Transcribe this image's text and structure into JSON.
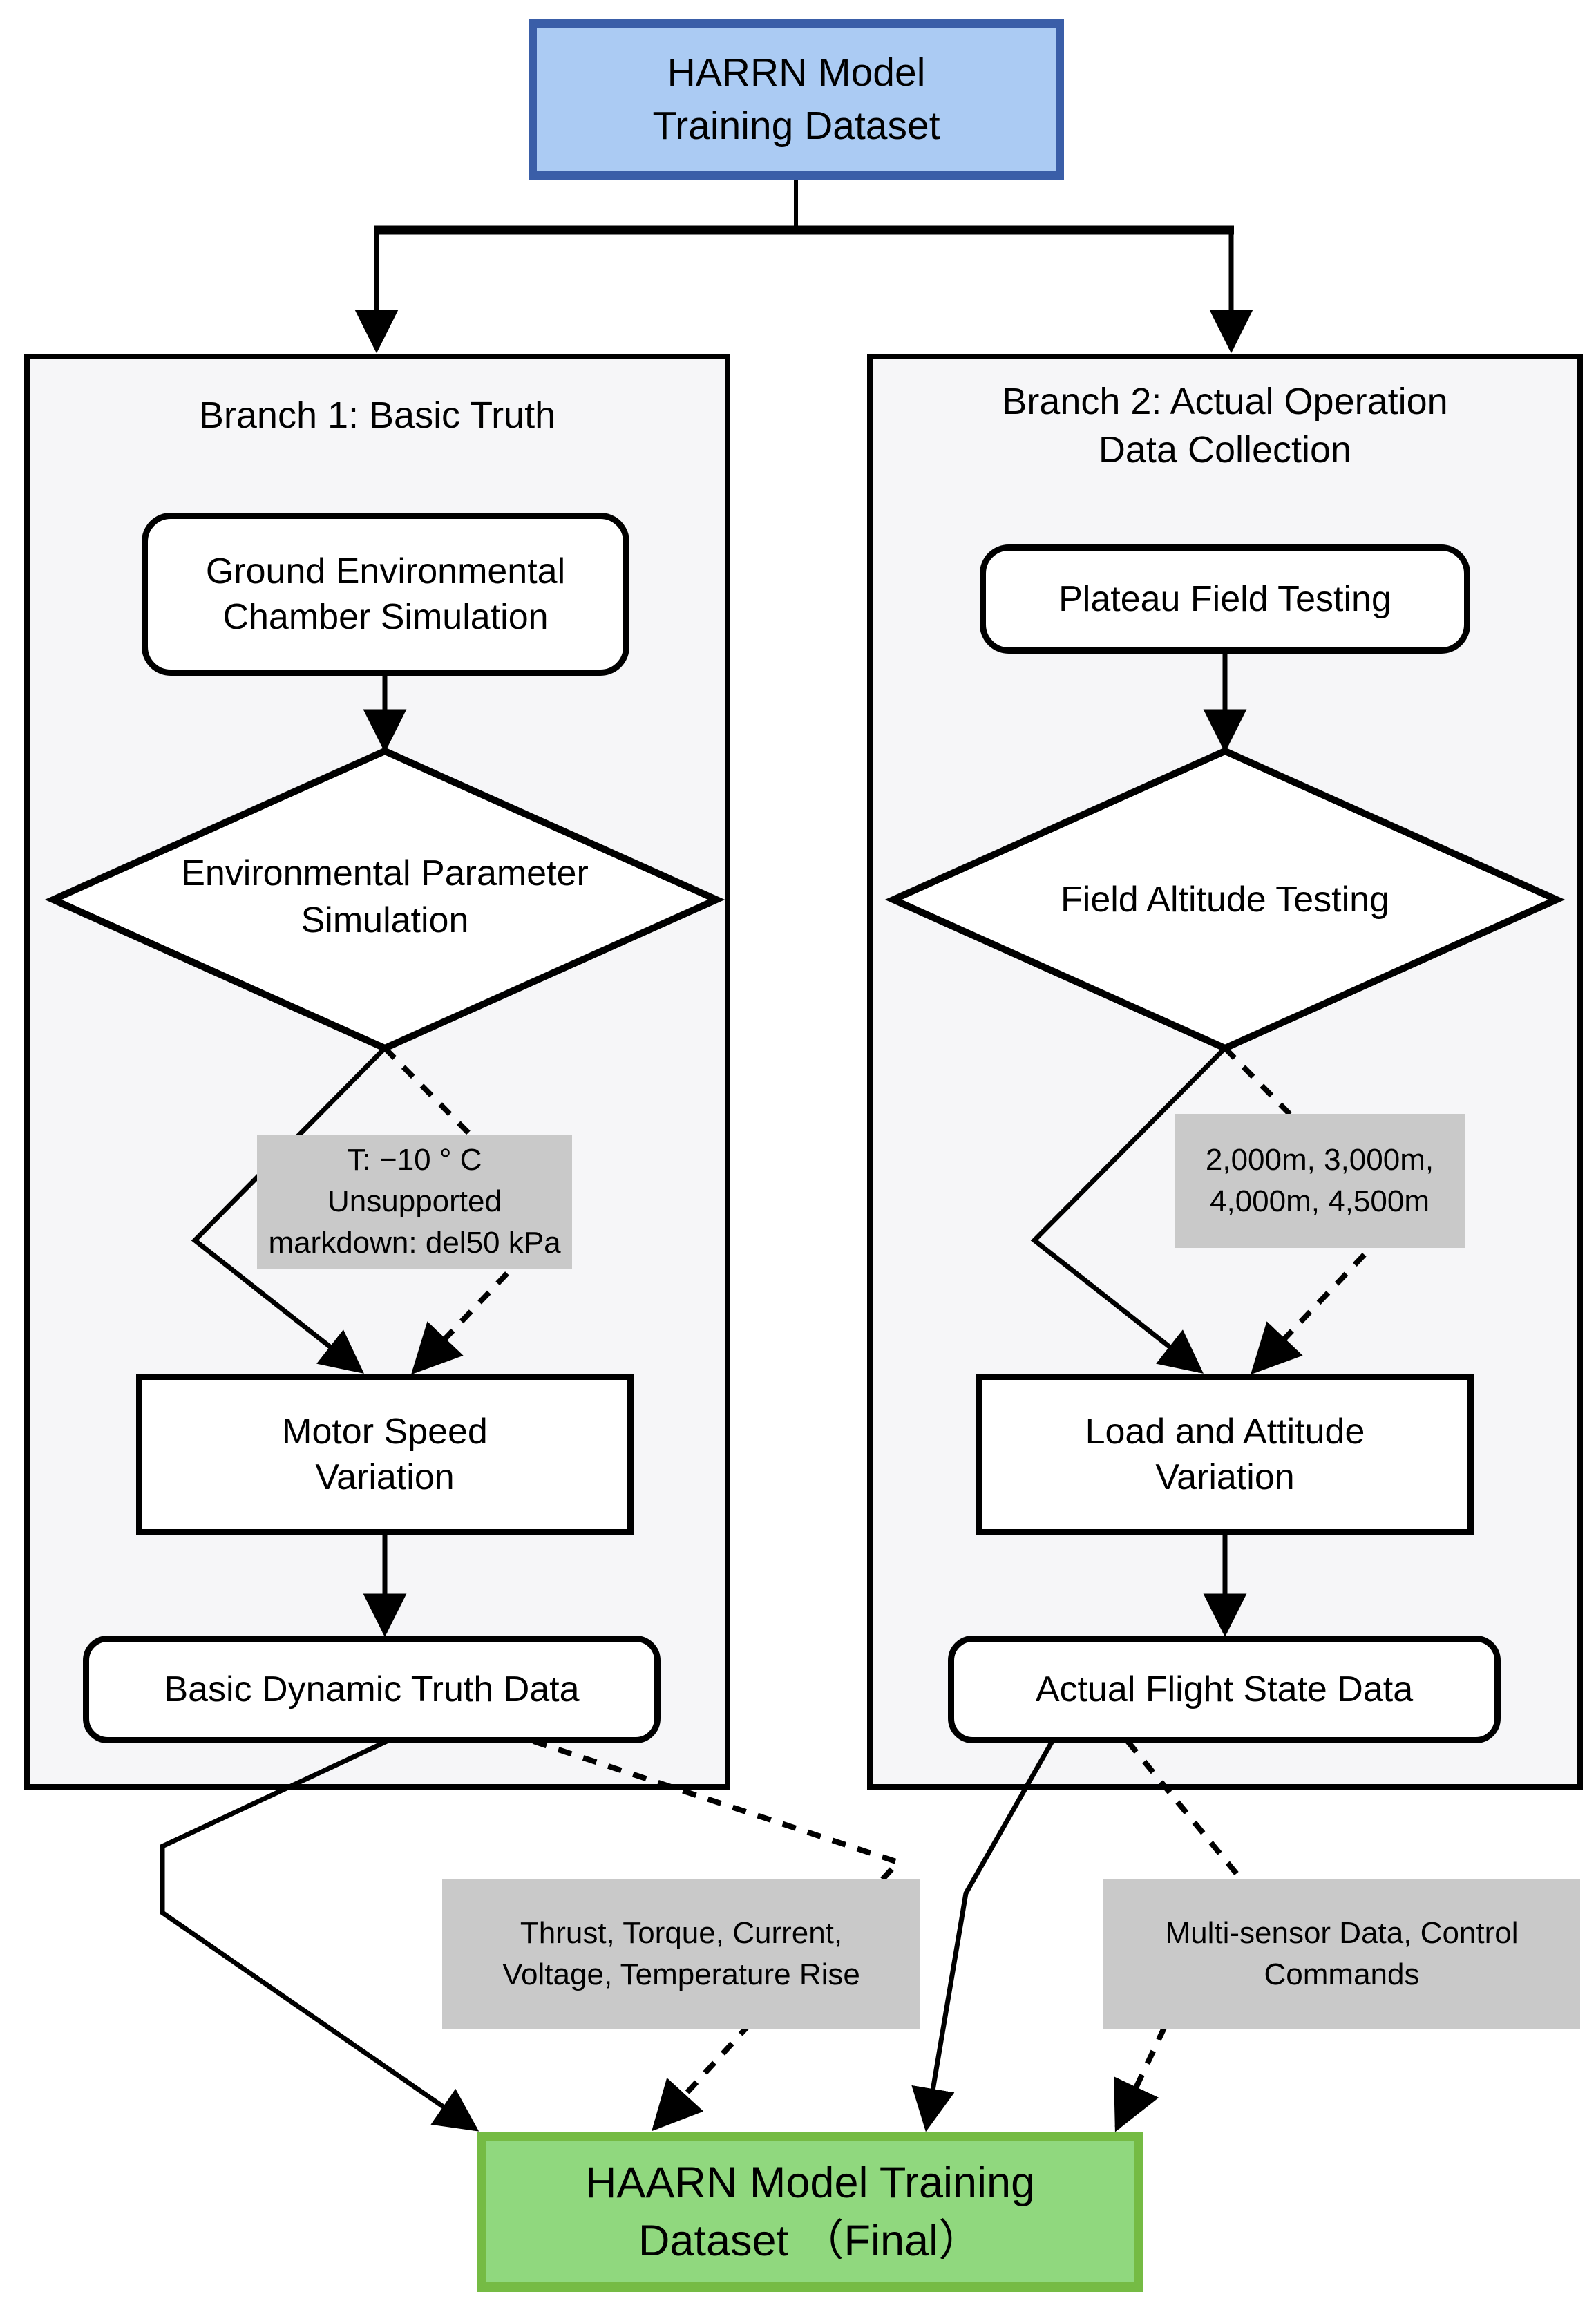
{
  "root_box": {
    "line1": "HARRN Model",
    "line2": "Training Dataset"
  },
  "branch1": {
    "title": "Branch 1:  Basic Truth",
    "ground_box": {
      "line1": "Ground Environmental",
      "line2": "Chamber Simulation"
    },
    "decision": {
      "line1": "Environmental Parameter",
      "line2": "Simulation"
    },
    "condition_note": {
      "line1": "T: −10 ° C Unsupported",
      "line2": "markdown: del50 kPa"
    },
    "motor_box": {
      "line1": "Motor Speed",
      "line2": "Variation"
    },
    "result_box": {
      "label": "Basic Dynamic Truth Data"
    },
    "output_note": {
      "line1": "Thrust, Torque, Current,",
      "line2": "Voltage, Temperature Rise"
    }
  },
  "branch2": {
    "title": {
      "line1": "Branch 2: Actual Operation",
      "line2": "Data Collection"
    },
    "plateau_box": {
      "label": "Plateau Field Testing"
    },
    "decision": {
      "label": "Field Altitude Testing"
    },
    "condition_note": {
      "line1": "2,000m, 3,000m,",
      "line2": "4,000m, 4,500m"
    },
    "load_box": {
      "line1": "Load and Attitude",
      "line2": "Variation"
    },
    "result_box": {
      "label": "Actual Flight State Data"
    },
    "output_note": {
      "line1": "Multi-sensor Data, Control",
      "line2": "Commands"
    }
  },
  "final_box": {
    "line1": "HAARN Model Training",
    "line2": "Dataset （Final）"
  },
  "colors": {
    "root_fill": "#abcbf3",
    "root_border": "#3a5ea8",
    "branch_frame_fill": "#f6f6f8",
    "note_fill": "#c9c9c9",
    "final_fill": "#90d87e",
    "final_border": "#75bb44",
    "line_color": "#000000"
  }
}
